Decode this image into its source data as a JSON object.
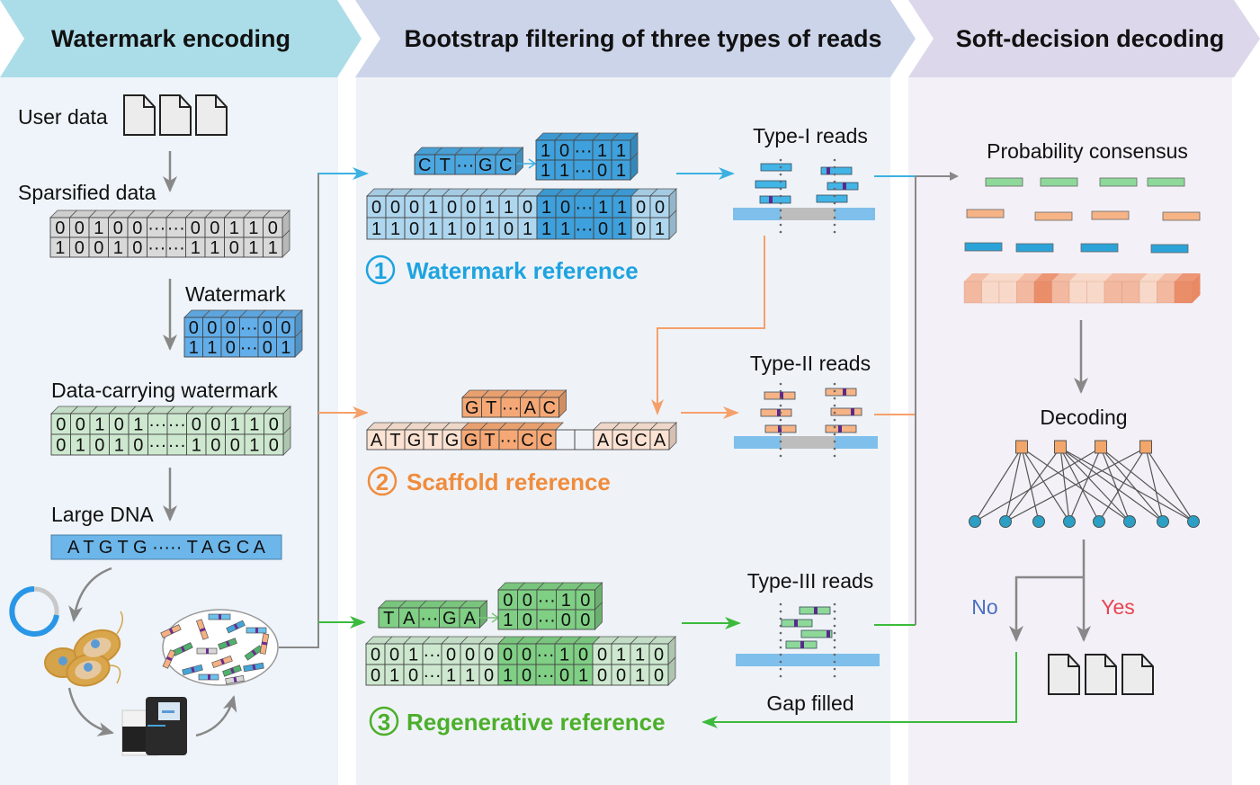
{
  "sections": [
    {
      "id": "encoding",
      "title": "Watermark encoding",
      "color": "#abdde9",
      "panel": "#eef4f9"
    },
    {
      "id": "filtering",
      "title": "Bootstrap filtering of three types of reads",
      "color": "#ccd4ea",
      "panel": "#eff3f8"
    },
    {
      "id": "decoding",
      "title": "Soft-decision decoding",
      "color": "#dcd7ea",
      "panel": "#f3f0f7"
    }
  ],
  "encoding": {
    "user_data_label": "User data",
    "sparsified_label": "Sparsified data",
    "sparsified_rows": [
      [
        "0",
        "0",
        "1",
        "0",
        "0",
        "···",
        "···",
        "0",
        "0",
        "1",
        "1",
        "0"
      ],
      [
        "1",
        "0",
        "0",
        "1",
        "0",
        "···",
        "···",
        "1",
        "1",
        "0",
        "1",
        "1"
      ]
    ],
    "watermark_label": "Watermark",
    "watermark_rows": [
      [
        "0",
        "0",
        "0",
        "···",
        "0",
        "0"
      ],
      [
        "1",
        "1",
        "0",
        "···",
        "0",
        "1"
      ]
    ],
    "data_carrying_label": "Data-carrying watermark",
    "data_carrying_rows": [
      [
        "0",
        "0",
        "1",
        "0",
        "1",
        "···",
        "···",
        "0",
        "0",
        "1",
        "1",
        "0"
      ],
      [
        "0",
        "1",
        "0",
        "1",
        "0",
        "···",
        "···",
        "1",
        "0",
        "0",
        "1",
        "0"
      ]
    ],
    "large_dna_label": "Large DNA",
    "large_dna_sequence": "A T G T G ····· T A G C A"
  },
  "filtering": {
    "watermark_ref": {
      "number": "1",
      "label": "Watermark reference",
      "color": "#1ea3e0",
      "primer_cells": [
        "C",
        "T",
        "···",
        "G",
        "C"
      ],
      "segment_rows": [
        [
          "1",
          "0",
          "···",
          "1",
          "1"
        ],
        [
          "1",
          "1",
          "···",
          "0",
          "1"
        ]
      ],
      "ref_rows": [
        [
          "0",
          "0",
          "0",
          "1",
          "0",
          "0",
          "1",
          "1",
          "0",
          "1",
          "0",
          "···",
          "1",
          "1",
          "0",
          "0"
        ],
        [
          "1",
          "1",
          "0",
          "1",
          "1",
          "0",
          "1",
          "0",
          "1",
          "1",
          "1",
          "···",
          "0",
          "1",
          "0",
          "1"
        ]
      ]
    },
    "scaffold_ref": {
      "number": "2",
      "label": "Scaffold reference",
      "color": "#f08c3c",
      "primer_cells": [
        "G",
        "T",
        "···",
        "A",
        "C"
      ],
      "ref_cells": [
        "A",
        "T",
        "G",
        "T",
        "G",
        "G",
        "T",
        "···",
        "C",
        "C",
        "",
        "",
        "A",
        "G",
        "C",
        "A"
      ]
    },
    "regenerative_ref": {
      "number": "3",
      "label": "Regenerative reference",
      "color": "#4caf2a",
      "primer_cells": [
        "T",
        "A",
        "···",
        "G",
        "A"
      ],
      "segment_rows": [
        [
          "0",
          "0",
          "···",
          "1",
          "0"
        ],
        [
          "1",
          "0",
          "···",
          "0",
          "0"
        ]
      ],
      "ref_rows": [
        [
          "0",
          "0",
          "1",
          "···",
          "0",
          "0",
          "0",
          "0",
          "0",
          "···",
          "1",
          "0",
          "0",
          "1",
          "1",
          "0"
        ],
        [
          "0",
          "1",
          "0",
          "···",
          "1",
          "1",
          "0",
          "1",
          "0",
          "···",
          "0",
          "1",
          "0",
          "0",
          "1",
          "0"
        ]
      ]
    },
    "type1_label": "Type-I reads",
    "type2_label": "Type-II reads",
    "type3_label": "Type-III reads",
    "gap_filled_label": "Gap filled"
  },
  "decoding": {
    "consensus_label": "Probability consensus",
    "heat_levels": [
      0.45,
      0.15,
      0.15,
      0.45,
      0.85,
      0.45,
      0.15,
      0.15,
      0.45,
      0.45,
      0.15,
      0.45,
      0.85
    ],
    "decoding_label": "Decoding",
    "no_label": "No",
    "yes_label": "Yes",
    "no_color": "#4a6fc0",
    "yes_color": "#e8434f"
  }
}
